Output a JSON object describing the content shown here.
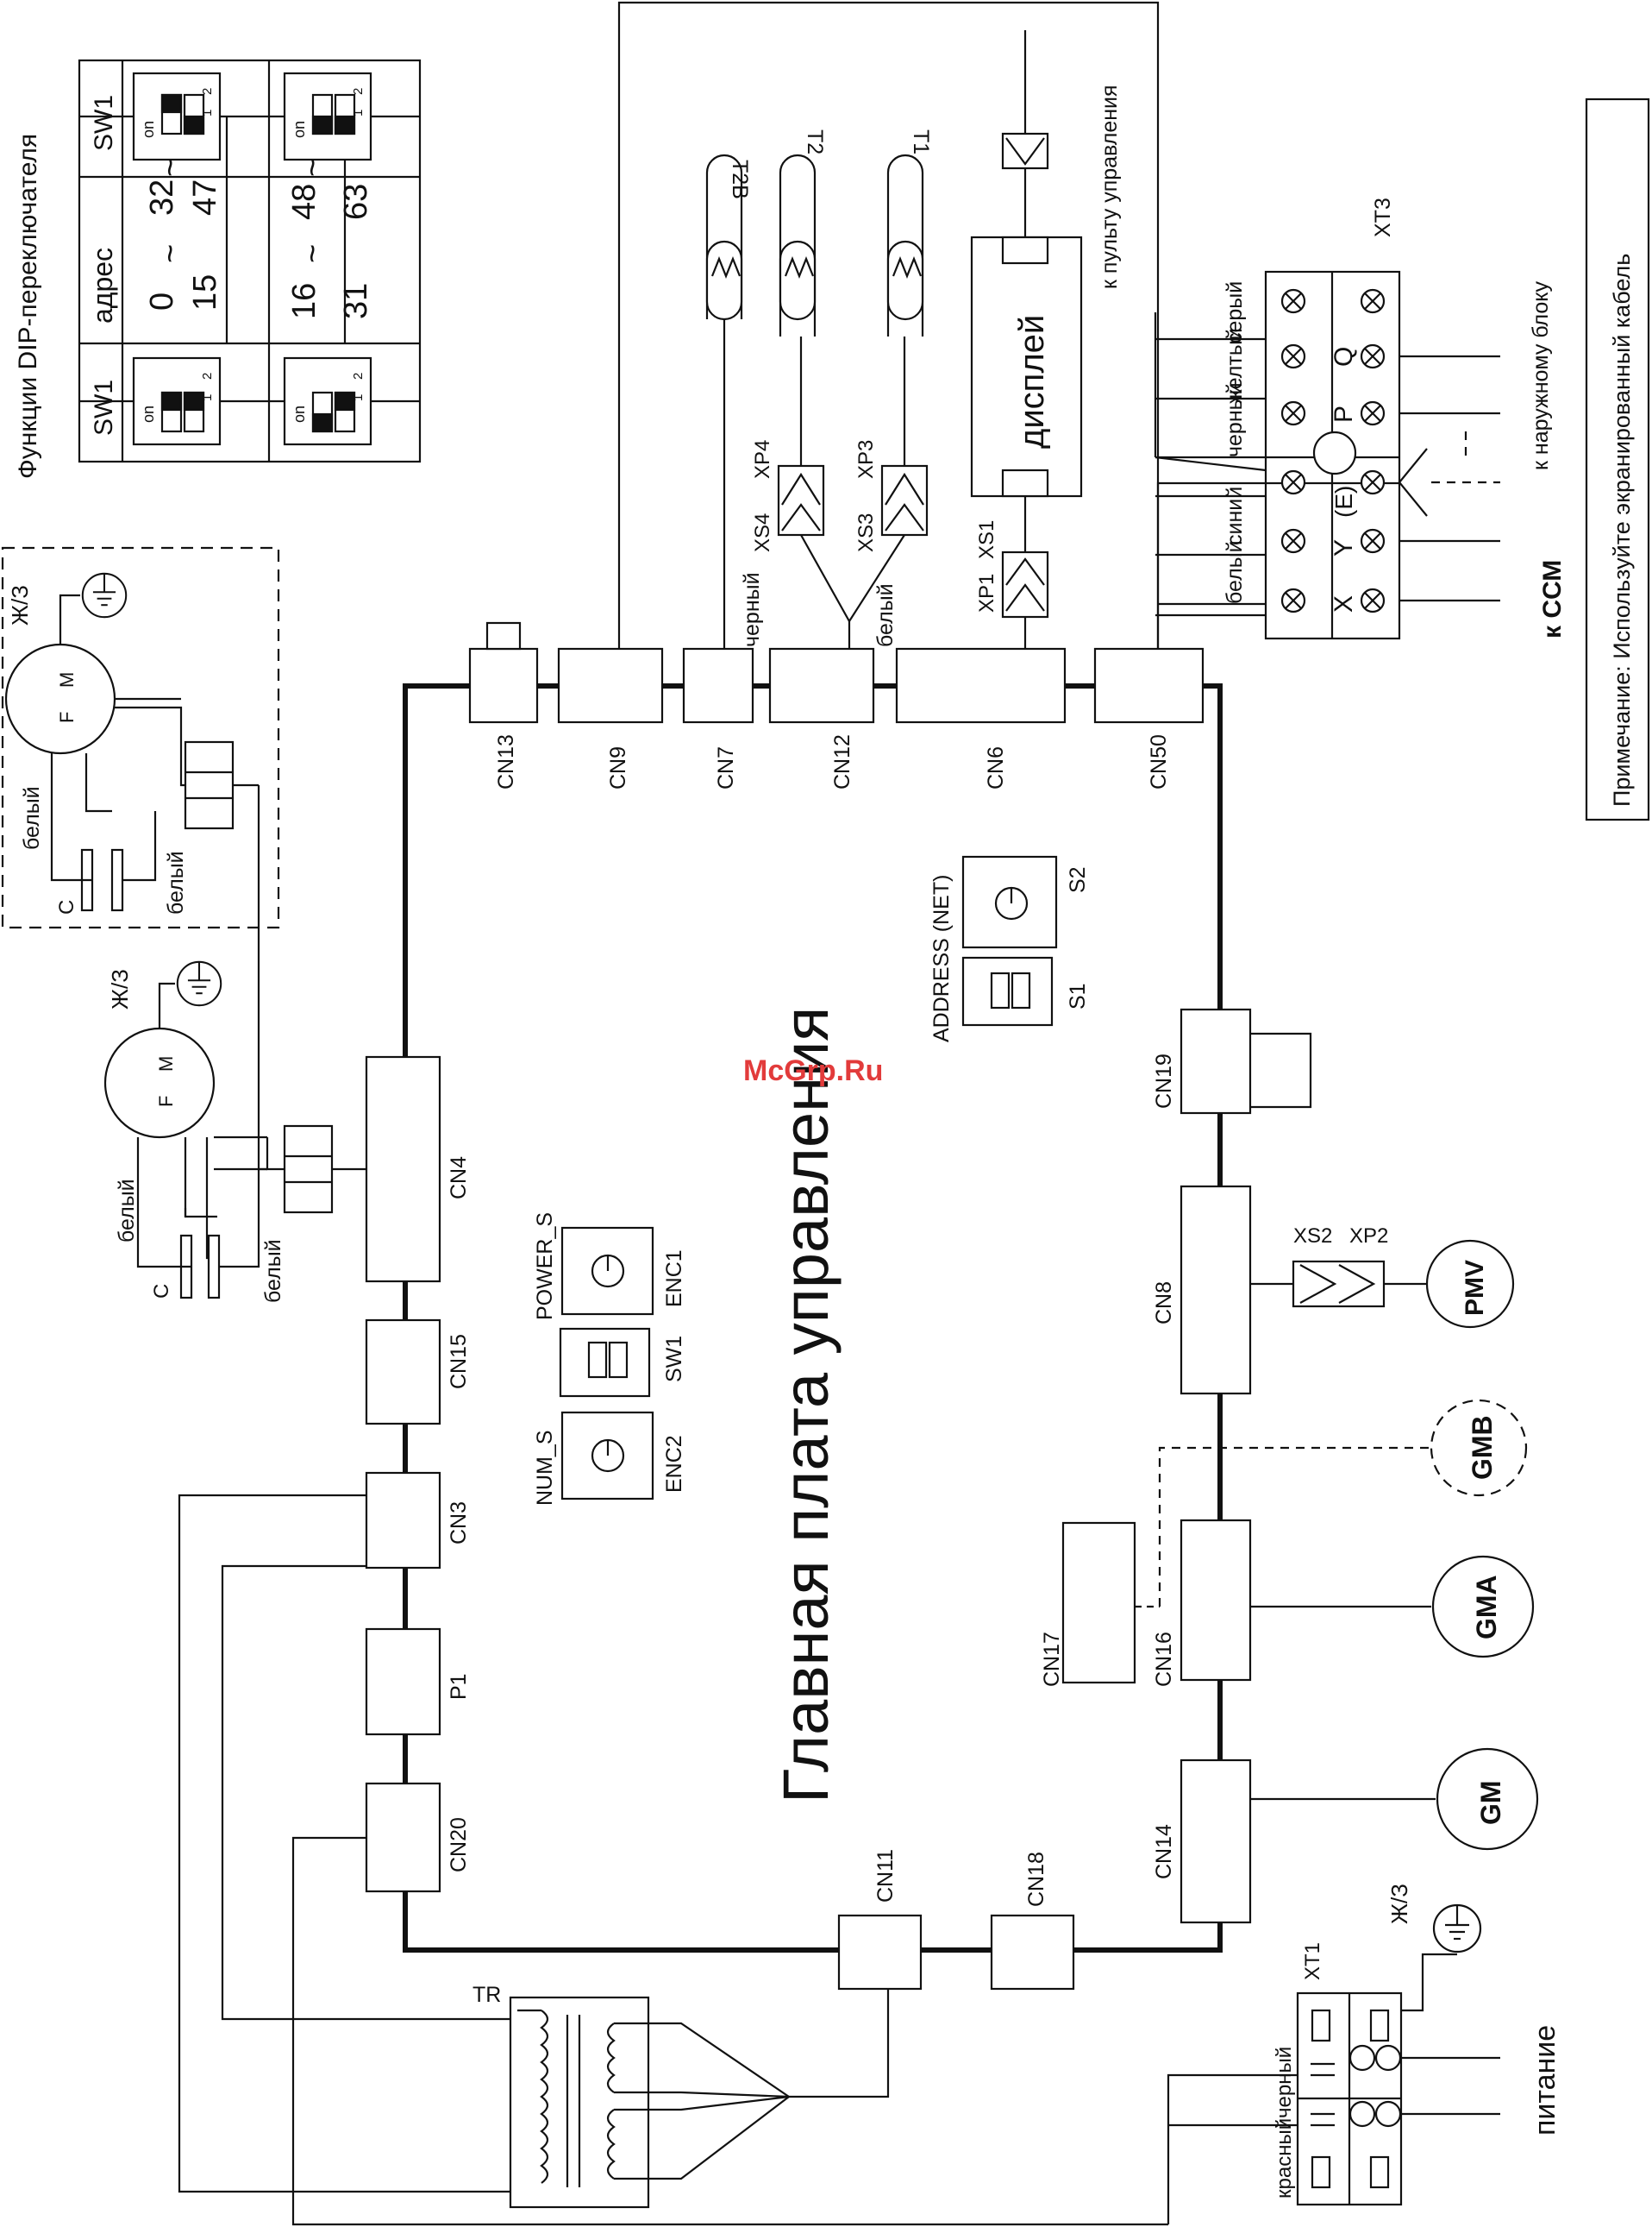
{
  "title": "Главная плата управления",
  "note": "Примечание: Используйте экранированный кабель",
  "watermark": "McGrp.Ru",
  "dip_table": {
    "title": "Функции DIP-переключателя",
    "col_sw": "SW1",
    "col_addr": "адрес",
    "ranges": [
      [
        "0",
        "~",
        "15"
      ],
      [
        "16",
        "~",
        "31"
      ],
      [
        "32",
        "~",
        "47"
      ],
      [
        "48",
        "~",
        "63"
      ]
    ],
    "sw_on": "on",
    "sw_nums": [
      "1",
      "2"
    ]
  },
  "connectors": {
    "cn13": "CN13",
    "cn9": "CN9",
    "cn7": "CN7",
    "cn12": "CN12",
    "cn6": "CN6",
    "cn50": "CN50",
    "cn4": "CN4",
    "cn15": "CN15",
    "cn3": "CN3",
    "p1": "P1",
    "cn20": "CN20",
    "cn11": "CN11",
    "cn18": "CN18",
    "cn14": "CN14",
    "cn16": "CN16",
    "cn17": "CN17",
    "cn8": "CN8",
    "cn19": "CN19"
  },
  "components": {
    "display": "дисплей",
    "tr": "TR",
    "pmv": "PMV",
    "gmb": "GMB",
    "gma": "GMA",
    "gm": "GM",
    "xt1": "XT1",
    "xt3": "XT3",
    "fm_f": "F",
    "fm_m": "M",
    "cap": "C"
  },
  "switches": {
    "address_net": "ADDRESS (NET)",
    "s1": "S1",
    "s2": "S2",
    "power_s": "POWER_S",
    "num_s": "NUM_S",
    "enc1": "ENC1",
    "enc2": "ENC2",
    "sw1": "SW1"
  },
  "sensors": {
    "t1": "T1",
    "t2": "T2",
    "t2b": "T2B"
  },
  "plugs": {
    "xp3": "XP3",
    "xs3": "XS3",
    "xp4": "XP4",
    "xs4": "XS4",
    "xp1": "XP1",
    "xs1": "XS1",
    "xs2": "XS2",
    "xp2": "XP2"
  },
  "wires": {
    "white": "белый",
    "black": "черный",
    "gray": "серый",
    "yellow": "желтый",
    "blue": "синий",
    "red": "красный",
    "ground": "Ж/З"
  },
  "terminals": {
    "x": "X",
    "y": "Y",
    "e": "(E)",
    "p": "P",
    "q": "Q"
  },
  "labels": {
    "remote": "к пульту управления",
    "outdoor": "к наружному блоку",
    "ccm": "к ССМ",
    "power": "питание"
  }
}
